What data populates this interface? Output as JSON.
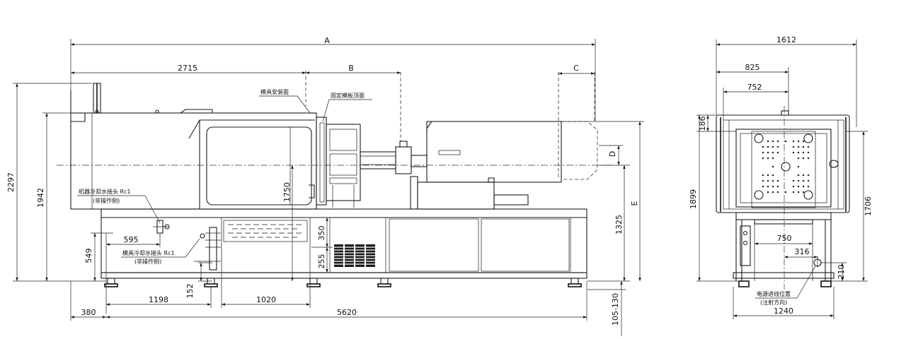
{
  "side_view": {
    "dims": {
      "A": "A",
      "B": "B",
      "C": "C",
      "D": "D",
      "E": "E",
      "d2715": "2715",
      "d2297": "2297",
      "d1942": "1942",
      "d1750": "1750",
      "d1325": "1325",
      "d595": "595",
      "d549": "549",
      "d350": "350",
      "d255": "255",
      "d152": "152",
      "d1198": "1198",
      "d1020": "1020",
      "d380": "380",
      "d5620": "5620",
      "d105_130": "105-130"
    },
    "labels": {
      "mold_mount_face": "模具安装面",
      "fixed_platen_face": "固定模板顶面",
      "machine_cooling_1": "机器冷却水接头 Rc1",
      "machine_cooling_2": "(非操作侧)",
      "mold_cooling_1": "模具冷却水接头 Rc1",
      "mold_cooling_2": "(非操作侧)"
    }
  },
  "end_view": {
    "dims": {
      "d1612": "1612",
      "d825": "825",
      "d752": "752",
      "d186": "186",
      "d1899": "1899",
      "d1706": "1706",
      "d750": "750",
      "d316": "316",
      "d210": "210",
      "d1240": "1240"
    },
    "labels": {
      "power_entry_1": "电源进线位置",
      "power_entry_2": "(注射方向)"
    }
  }
}
